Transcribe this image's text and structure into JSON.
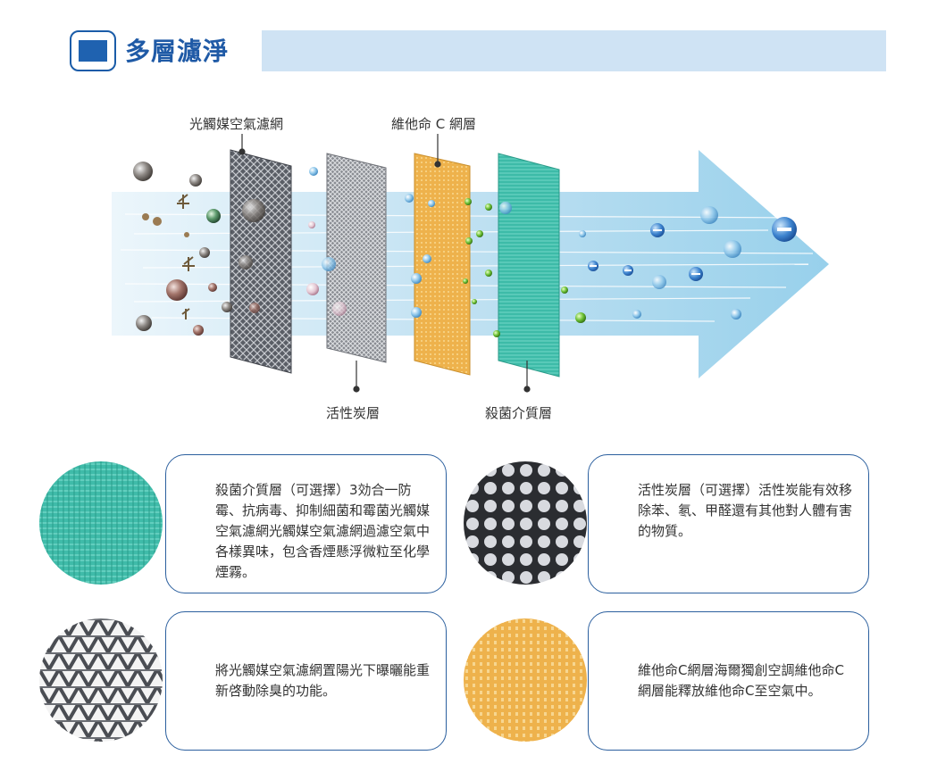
{
  "header": {
    "title": "多層濾淨"
  },
  "diagram_labels": {
    "photocatalyst": "光觸媒空氣濾網",
    "vitamin_c": "維他命 C 網層",
    "carbon": "活性炭層",
    "antibacterial": "殺菌介質層"
  },
  "cards": [
    {
      "name": "antibacterial",
      "text": "殺菌介質層（可選擇）3効合一防霉、抗病毒、抑制細菌和霉菌光觸媒空氣濾網光觸媒空氣濾網過濾空氣中各樣異味，包含香煙懸浮微粒至化學煙霧。"
    },
    {
      "name": "carbon",
      "text": "活性炭層（可選擇）活性炭能有效移除苯、氡、甲醛還有其他對人體有害的物質。"
    },
    {
      "name": "photocatalyst",
      "text": "將光觸媒空氣濾網置陽光下曝曬能重新啓動除臭的功能。"
    },
    {
      "name": "vitamin_c",
      "text": "維他命C網層海爾獨創空調維他命C網層能釋放維他命C至空氣中。"
    }
  ],
  "colors": {
    "accent": "#1f5aa6",
    "bar": "#cfe3f4",
    "teal": "#3fbfad",
    "orange": "#f0b550"
  }
}
